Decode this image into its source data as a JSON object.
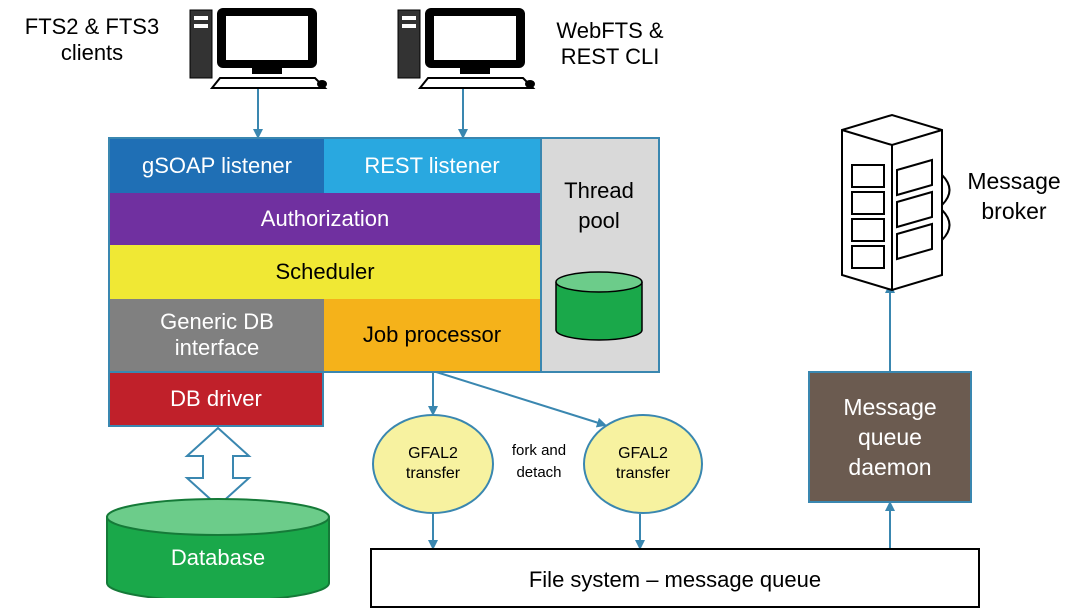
{
  "clients": {
    "left": "FTS2 & FTS3\nclients",
    "right": "WebFTS &\nREST CLI"
  },
  "server": {
    "gsoap": "gSOAP listener",
    "rest": "REST listener",
    "authorization": "Authorization",
    "scheduler": "Scheduler",
    "generic_db": "Generic DB\ninterface",
    "job_processor": "Job processor",
    "db_driver": "DB driver",
    "thread_pool": "Thread\npool"
  },
  "database": "Database",
  "gfal_left": "GFAL2\ntransfer",
  "gfal_right": "GFAL2\ntransfer",
  "fork_label": "fork and\ndetach",
  "filesystem": "File system – message queue",
  "mq_daemon": "Message\nqueue\ndaemon",
  "broker": "Message\nbroker",
  "colors": {
    "gsoap": "#1f6fb5",
    "rest": "#29a8e0",
    "authorization": "#7030a0",
    "scheduler": "#f0e834",
    "generic_db": "#808080",
    "job_processor": "#f5b21a",
    "db_driver": "#c0202a",
    "thread_pool": "#d9d9d9",
    "database": "#1aa84a",
    "gfal": "#f7f2a0",
    "mq_daemon": "#6b5b50",
    "connector": "#3a87b0"
  }
}
